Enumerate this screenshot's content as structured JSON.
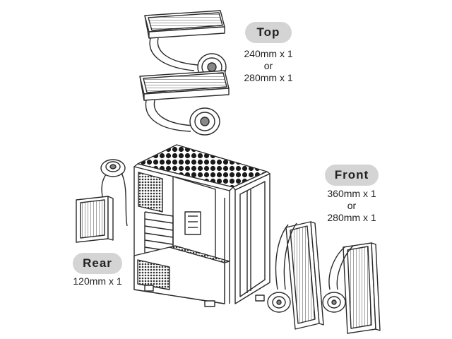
{
  "labels": {
    "top": {
      "title": "Top",
      "lines": [
        "240mm x 1",
        "or",
        "280mm x 1"
      ]
    },
    "front": {
      "title": "Front",
      "lines": [
        "360mm x 1",
        "or",
        "280mm x 1"
      ]
    },
    "rear": {
      "title": "Rear",
      "lines": [
        "120mm x 1"
      ]
    }
  },
  "colors": {
    "line": "#2a2a2a",
    "pill": "#d4d4d4",
    "text": "#222222"
  }
}
